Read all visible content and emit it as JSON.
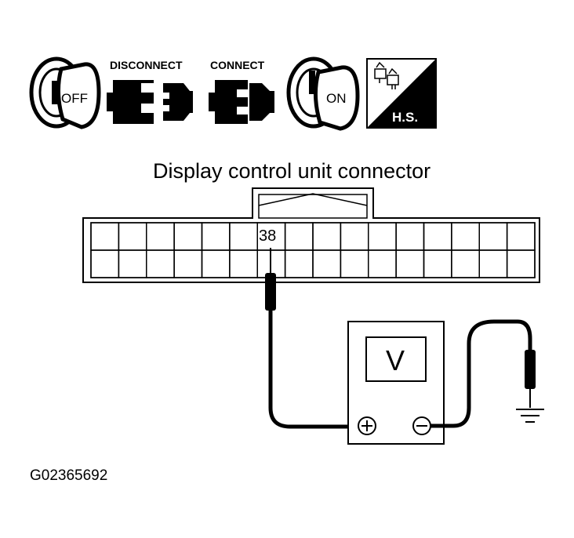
{
  "icons": {
    "ignition_off": {
      "key_label": "OFF",
      "icon": "ignition-key-off"
    },
    "disconnect": {
      "label": "DISCONNECT",
      "icon": "connector-disconnect"
    },
    "connect": {
      "label": "CONNECT",
      "icon": "connector-connect"
    },
    "ignition_on": {
      "key_label": "ON",
      "icon": "ignition-key-on"
    },
    "harness": {
      "label": "H.S.",
      "icon": "harness-side-connector"
    }
  },
  "connector": {
    "title": "Display control unit connector",
    "pin_label": "38",
    "columns": 16,
    "rows": 2
  },
  "meter": {
    "label": "V",
    "positive": "+",
    "negative": "−"
  },
  "ground": {
    "icon": "ground-symbol"
  },
  "figure_code": "G02365692"
}
